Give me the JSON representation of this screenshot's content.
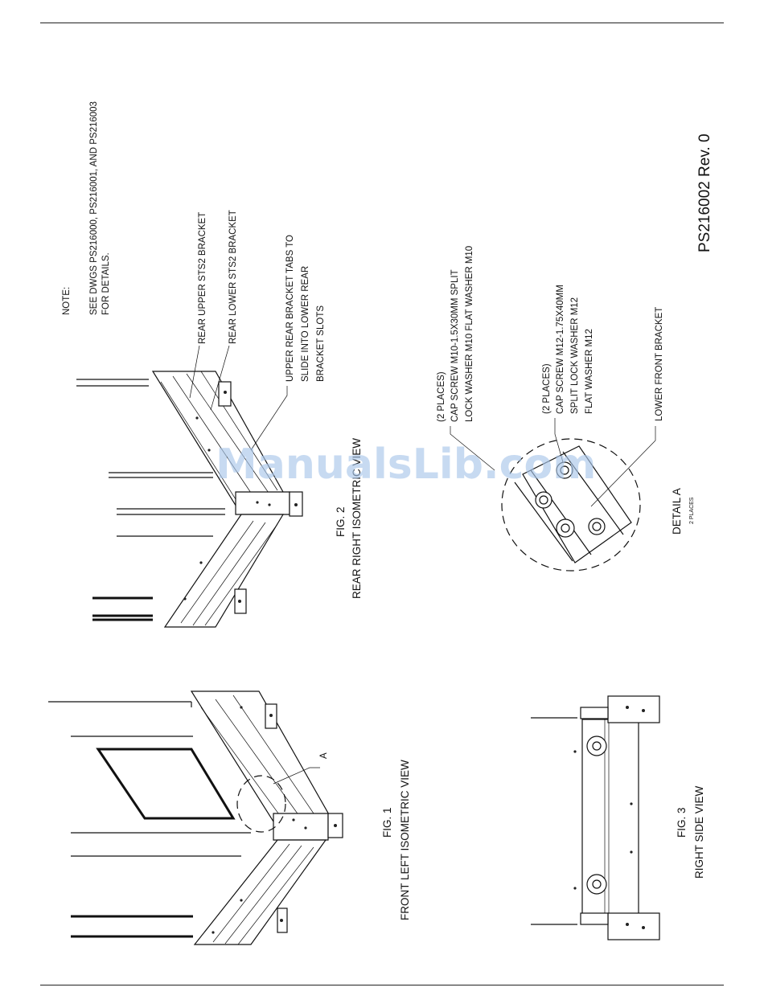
{
  "note": {
    "heading": "NOTE:",
    "line1": "SEE DWGS PS216000, PS216001, AND PS216003",
    "line2": "FOR DETAILS."
  },
  "callouts": {
    "rear_upper": "REAR UPPER STS2 BRACKET",
    "rear_lower": "REAR LOWER STS2 BRACKET",
    "upper_tabs_1": "UPPER REAR BRACKET TABS TO",
    "upper_tabs_2": "SLIDE INTO LOWER REAR",
    "upper_tabs_3": "BRACKET SLOTS",
    "m10_1": "(2 PLACES)",
    "m10_2": "CAP SCREW M10-1.5X30MM  SPLIT",
    "m10_3": "LOCK WASHER M10  FLAT WASHER M10",
    "m12_1": "(2 PLACES)",
    "m12_2": "CAP SCREW M12-1.75X40MM",
    "m12_3": "SPLIT LOCK WASHER M12",
    "m12_4": "FLAT WASHER M12",
    "lower_front": "LOWER FRONT BRACKET",
    "detail_marker": "A"
  },
  "figures": {
    "fig1_num": "FIG. 1",
    "fig1_name": "FRONT LEFT ISOMETRIC VIEW",
    "fig2_num": "FIG. 2",
    "fig2_name": "REAR RIGHT ISOMETRIC VIEW",
    "fig3_num": "FIG. 3",
    "fig3_name": "RIGHT SIDE VIEW",
    "detail_title": "DETAIL A",
    "detail_sub": "2 PLACES"
  },
  "drawing_number": "PS216002 Rev. 0",
  "watermark": "ManualsLib.com",
  "colors": {
    "watermark": "#a9c6ea",
    "ink": "#111111"
  }
}
